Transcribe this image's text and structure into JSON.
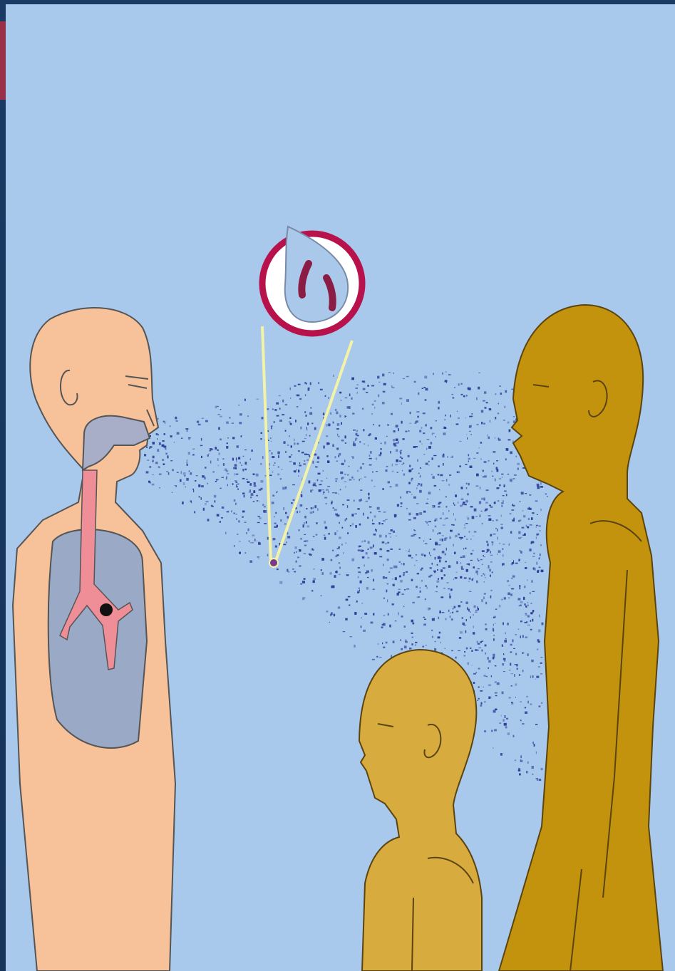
{
  "scene": {
    "description_free": true,
    "colors": {
      "slide_frame": "#1f3e66",
      "panel_background": "#a8c8ec",
      "infected_person_skin": "#f7c29a",
      "tall_person_skin": "#c4930e",
      "child_skin": "#d8ab3e",
      "lungs": "#9aa9c6",
      "airway": "#ef8e97",
      "aerosol_droplets": "#2b3f97",
      "magnifier_ring": "#b8124d",
      "droplet_fill": "#a9c8ea",
      "bacteria": "#8b1d45",
      "pointer_lines": "#f2f2a8"
    },
    "figures": [
      {
        "role": "infected-person-exhaling"
      },
      {
        "role": "tall-person-listening"
      },
      {
        "role": "child-listening"
      }
    ],
    "magnified_droplet": {
      "bacteria_count": 2
    }
  }
}
